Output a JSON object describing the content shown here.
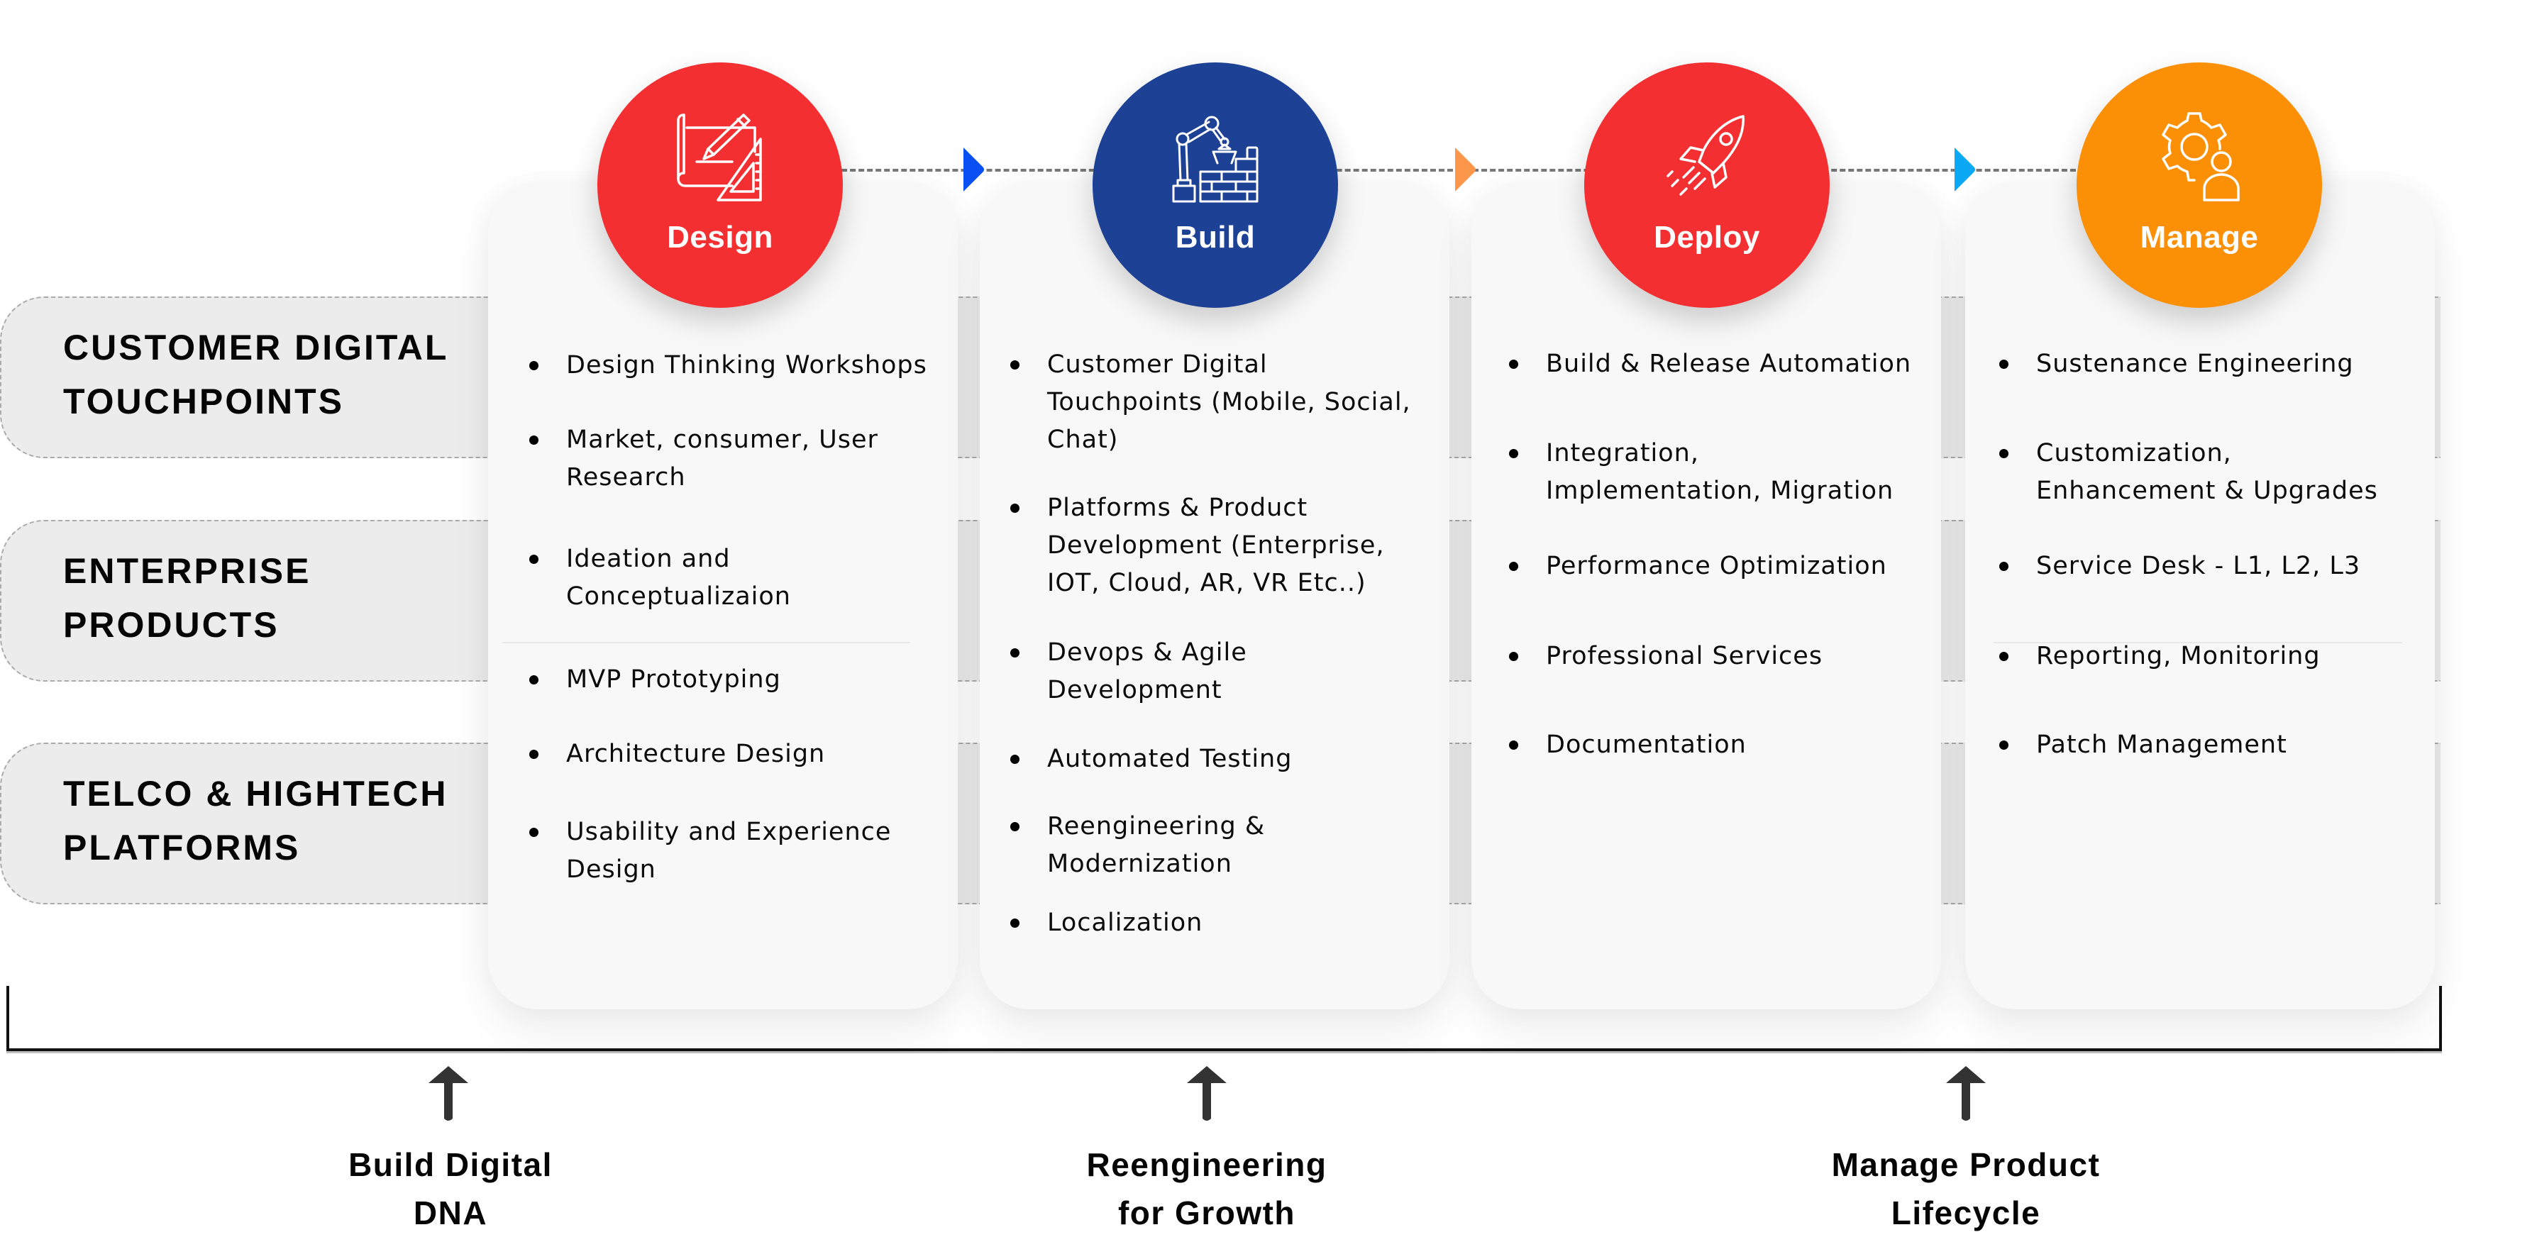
{
  "segments": [
    {
      "lines": [
        "CUSTOMER DIGITAL",
        "TOUCHPOINTS"
      ]
    },
    {
      "lines": [
        "ENTERPRISE",
        "PRODUCTS"
      ]
    },
    {
      "lines": [
        "TELCO & HIGHTECH",
        "PLATFORMS"
      ]
    }
  ],
  "phases": [
    {
      "title": "Design",
      "icon": "blueprint-pencil-ruler-icon",
      "color": "#f32f31",
      "items": [
        "Design Thinking Workshops",
        "Market, consumer, User\nResearch",
        "Ideation and\nConceptualizaion",
        "MVP Prototyping",
        "Architecture Design",
        "Usability and Experience\nDesign"
      ]
    },
    {
      "title": "Build",
      "icon": "robot-arm-bricks-icon",
      "color": "#1d4195",
      "items": [
        "Customer Digital\nTouchpoints (Mobile, Social,\nChat)",
        "Platforms & Product\nDevelopment (Enterprise,\nIOT, Cloud, AR, VR Etc..)",
        "Devops & Agile\nDevelopment",
        "Automated Testing",
        "Reengineering &\nModernization",
        "Localization"
      ]
    },
    {
      "title": "Deploy",
      "icon": "rocket-icon",
      "color": "#f32f31",
      "items": [
        "Build & Release Automation",
        "Integration,\nImplementation, Migration",
        "Performance Optimization",
        "Professional Services",
        "Documentation"
      ]
    },
    {
      "title": "Manage",
      "icon": "gear-person-icon",
      "color": "#fb8f05",
      "items": [
        "Sustenance Engineering",
        "Customization,\nEnhancement & Upgrades",
        "Service Desk - L1, L2, L3",
        "Reporting, Monitoring",
        "Patch Management"
      ]
    }
  ],
  "connector_markers": [
    {
      "icon": "triangle-right-icon",
      "color": "#0a4ff2"
    },
    {
      "icon": "triangle-right-icon",
      "color": "#fb964b"
    },
    {
      "icon": "triangle-right-icon",
      "color": "#0aa8f5"
    }
  ],
  "outcomes": [
    {
      "lines": [
        "Build Digital",
        "DNA"
      ],
      "icon": "arrow-up-icon"
    },
    {
      "lines": [
        "Reengineering",
        "for Growth"
      ],
      "icon": "arrow-up-icon"
    },
    {
      "lines": [
        "Manage Product",
        "Lifecycle"
      ],
      "icon": "arrow-up-icon"
    }
  ]
}
